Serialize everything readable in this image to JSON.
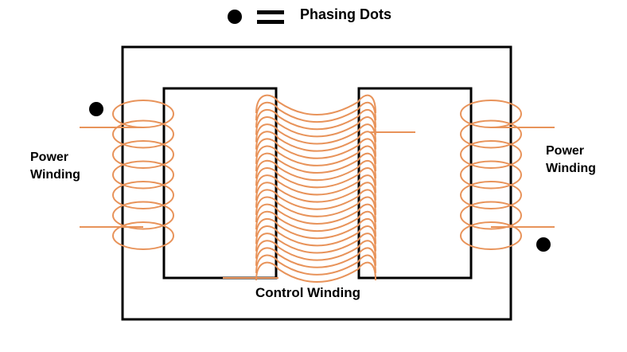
{
  "legend": {
    "label": "Phasing Dots"
  },
  "labels": {
    "left_power_winding": {
      "line1": "Power",
      "line2": "Winding"
    },
    "right_power_winding": {
      "line1": "Power",
      "line2": "Winding"
    },
    "control_winding": "Control Winding"
  },
  "colors": {
    "winding": "#e8935a",
    "core": "#000000",
    "dot": "#000000",
    "background": "#ffffff"
  },
  "windings": {
    "left_power_turns": 7,
    "right_power_turns": 7,
    "control_turns": 24
  }
}
